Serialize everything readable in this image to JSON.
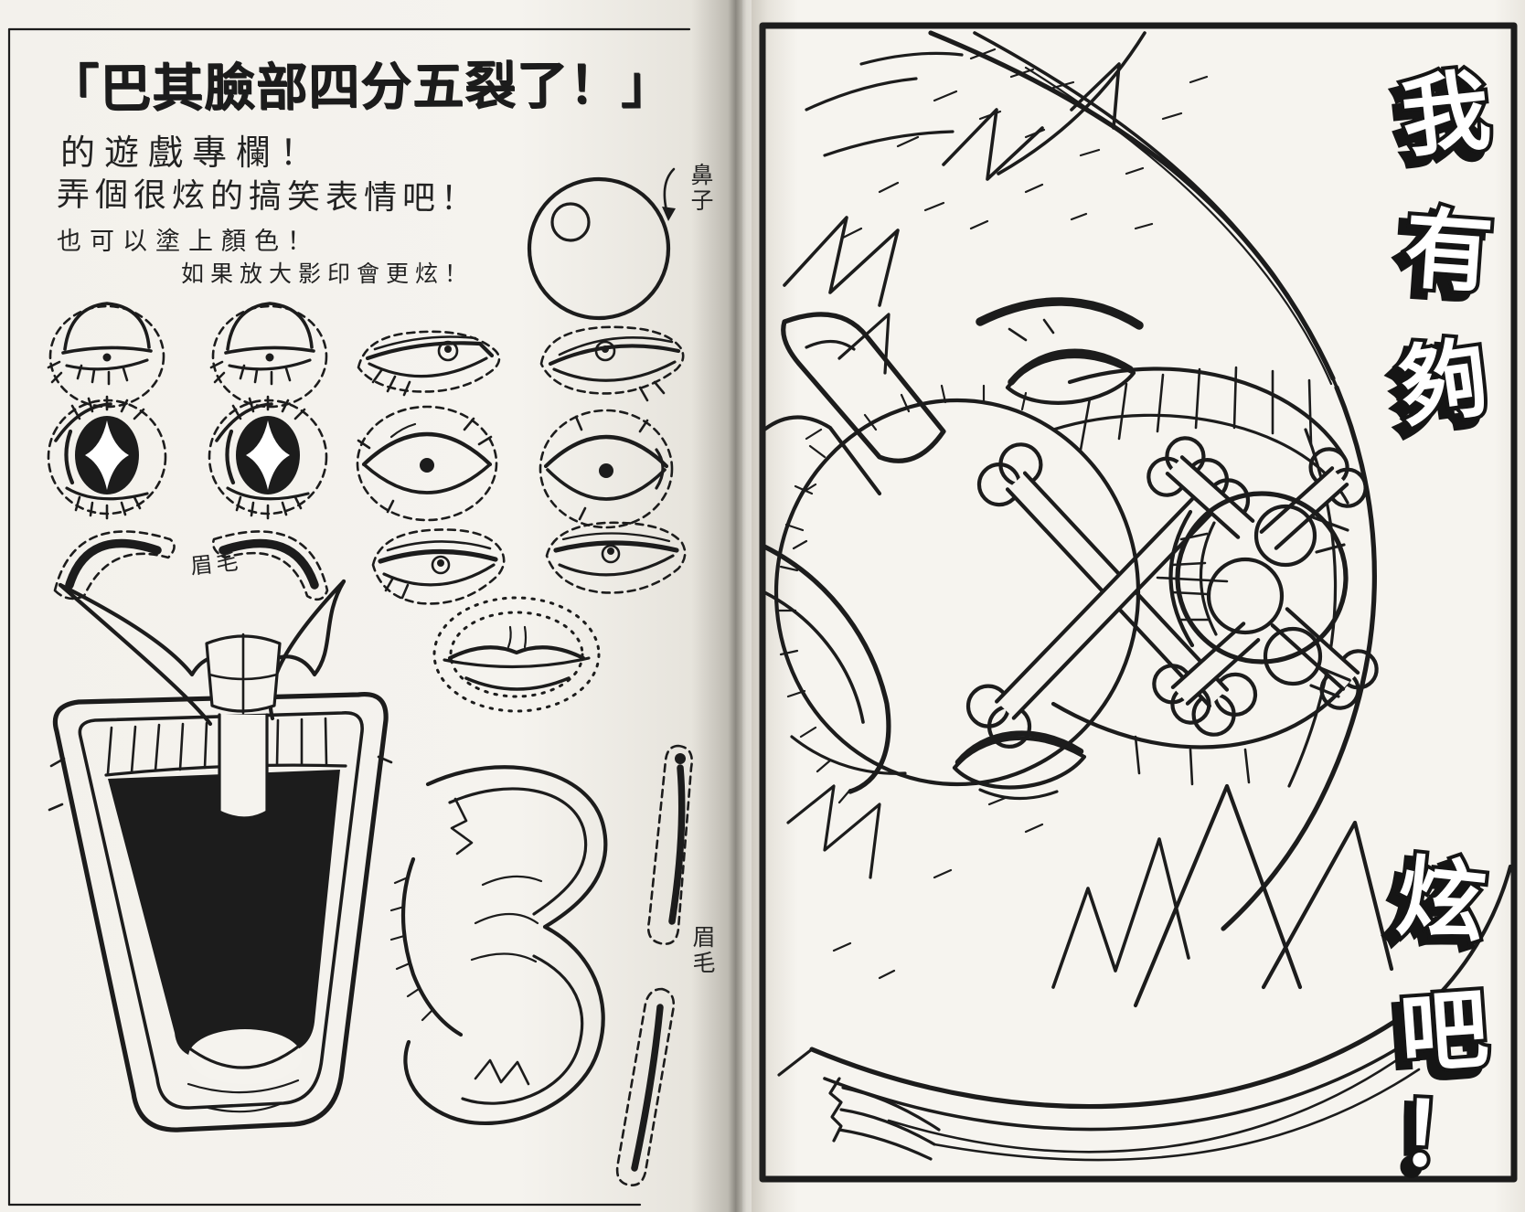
{
  "left_page": {
    "title": "「巴其臉部四分五裂了！」",
    "line1": "的遊戲專欄！",
    "line2": "弄個很炫的搞笑表情吧！",
    "line3": "也可以塗上顏色！",
    "line4": "如果放大影印會更炫！",
    "label_nose": "鼻子",
    "label_eyebrow_mid": "眉毛",
    "label_eyebrow_right": "眉毛"
  },
  "right_page": {
    "vertical_text": "我有夠炫吧！",
    "vertical_text_chars": [
      "我",
      "有",
      "夠",
      "炫",
      "吧",
      "！"
    ]
  },
  "colors": {
    "paper": "#f5f3ee",
    "ink": "#1c1c1c",
    "gutter_shadow": "#8f8a80"
  }
}
